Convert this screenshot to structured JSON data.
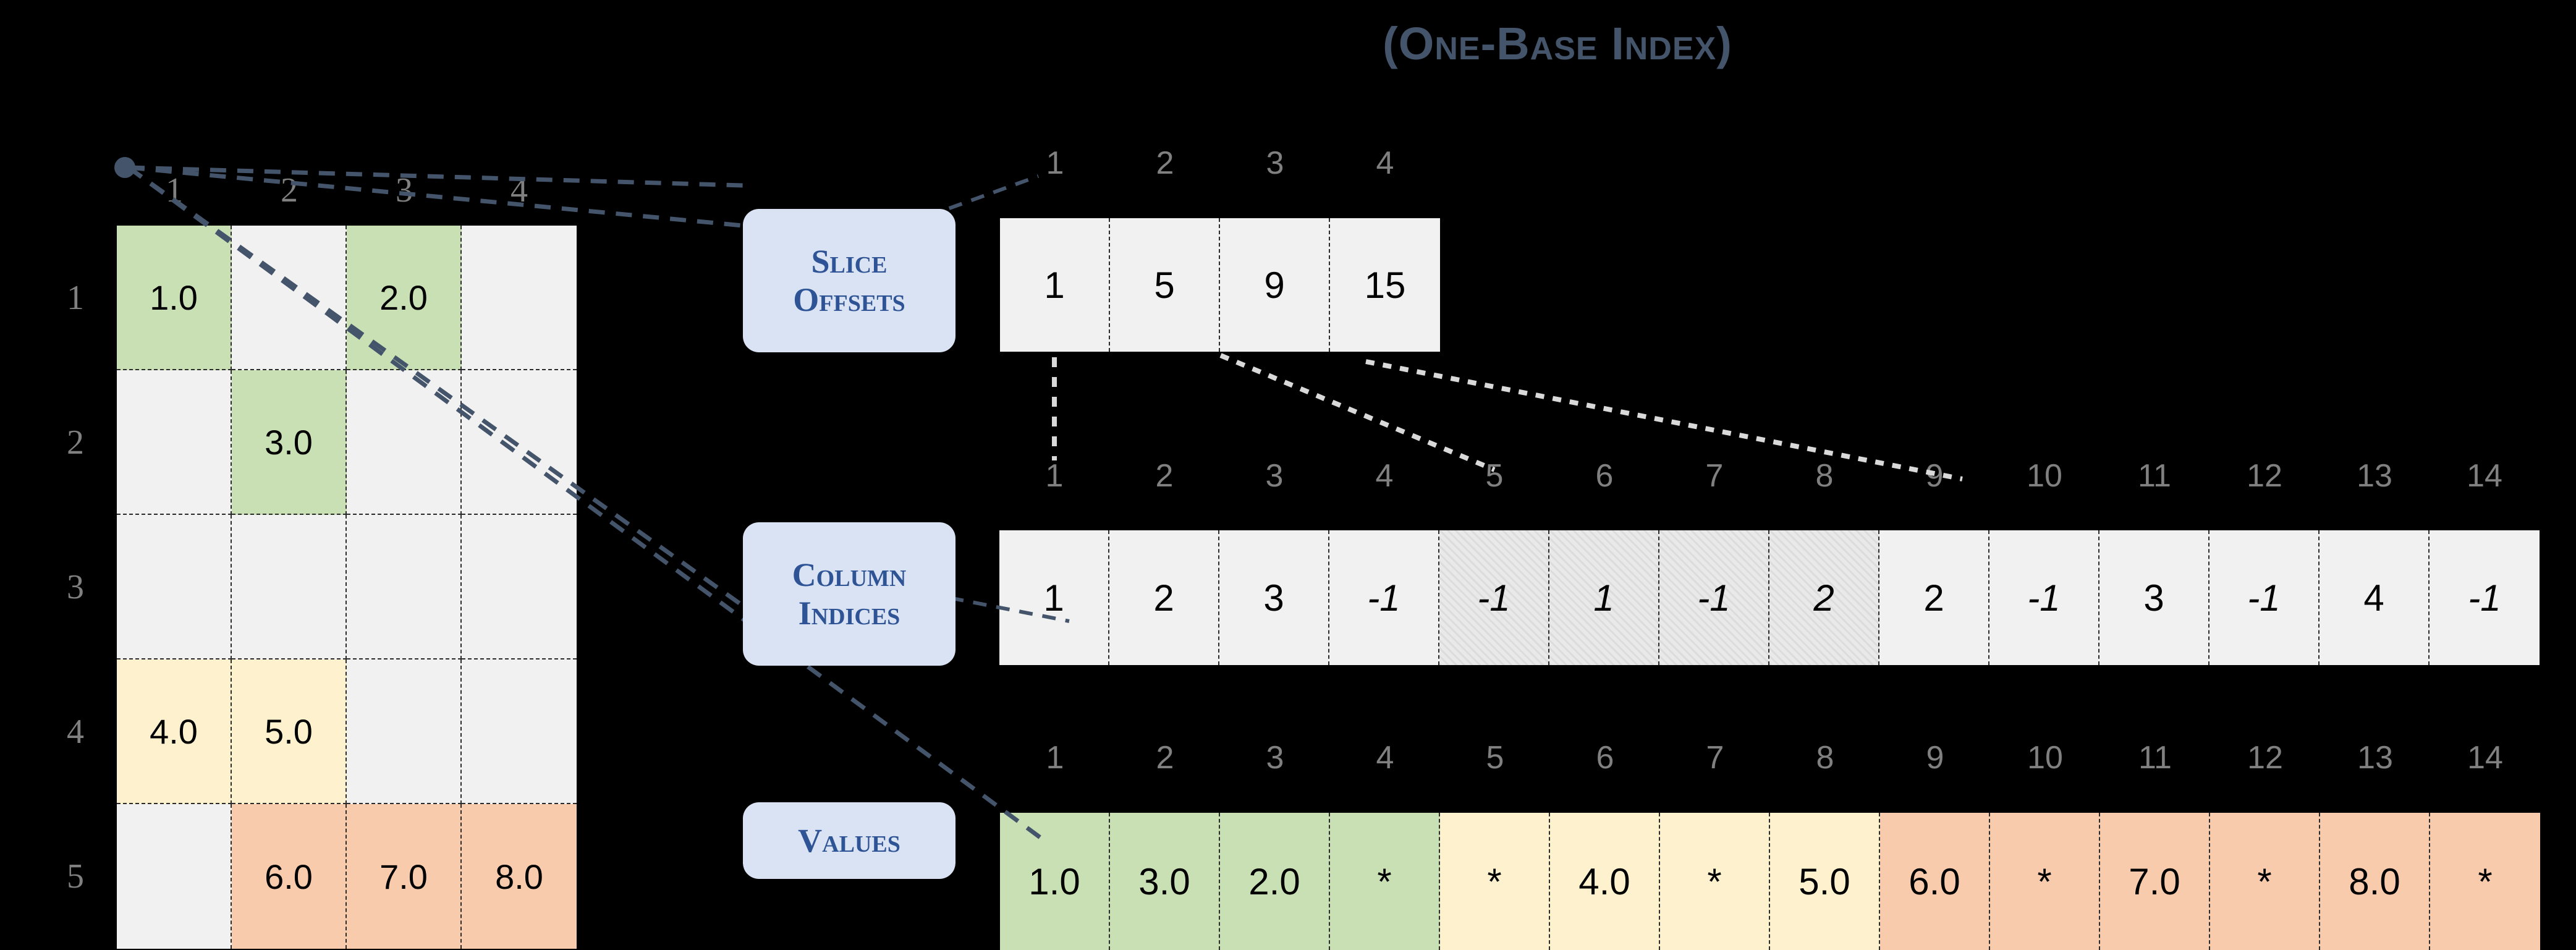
{
  "title": "(One-Base Index)",
  "colors": {
    "background": "#000000",
    "accent_blue": "#2e5496",
    "pill_bg": "#dae3f3",
    "title_color": "#44546a",
    "cell_default": "#f1f1f1",
    "green": "#c9e0b4",
    "yellow": "#fdf2cd",
    "orange": "#f9cbad",
    "hatch": "#e9e9e9",
    "header_gray": "#808080",
    "connector": "#44546a"
  },
  "matrix": {
    "name": "sparse-matrix",
    "column_headers": [
      "1",
      "2",
      "3",
      "4"
    ],
    "row_headers": [
      "1",
      "2",
      "3",
      "4",
      "5"
    ],
    "rows": [
      [
        {
          "value": "1.0",
          "fill": "green"
        },
        {
          "value": "",
          "fill": "none"
        },
        {
          "value": "2.0",
          "fill": "green"
        },
        {
          "value": "",
          "fill": "none"
        }
      ],
      [
        {
          "value": "",
          "fill": "none"
        },
        {
          "value": "3.0",
          "fill": "green"
        },
        {
          "value": "",
          "fill": "none"
        },
        {
          "value": "",
          "fill": "none"
        }
      ],
      [
        {
          "value": "",
          "fill": "none"
        },
        {
          "value": "",
          "fill": "none"
        },
        {
          "value": "",
          "fill": "none"
        },
        {
          "value": "",
          "fill": "none"
        }
      ],
      [
        {
          "value": "4.0",
          "fill": "yellow"
        },
        {
          "value": "5.0",
          "fill": "yellow"
        },
        {
          "value": "",
          "fill": "none"
        },
        {
          "value": "",
          "fill": "none"
        }
      ],
      [
        {
          "value": "",
          "fill": "none"
        },
        {
          "value": "6.0",
          "fill": "orange"
        },
        {
          "value": "7.0",
          "fill": "orange"
        },
        {
          "value": "8.0",
          "fill": "orange"
        }
      ]
    ]
  },
  "slice_offsets": {
    "label_line1": "Slice",
    "label_line2": "Offsets",
    "indices": [
      "1",
      "2",
      "3",
      "4"
    ],
    "cells": [
      {
        "value": "1",
        "fill": "none",
        "italic": false
      },
      {
        "value": "5",
        "fill": "none",
        "italic": false
      },
      {
        "value": "9",
        "fill": "none",
        "italic": false
      },
      {
        "value": "15",
        "fill": "none",
        "italic": false
      }
    ]
  },
  "column_indices": {
    "label_line1": "Column",
    "label_line2": "Indices",
    "indices": [
      "1",
      "2",
      "3",
      "4",
      "5",
      "6",
      "7",
      "8",
      "9",
      "10",
      "11",
      "12",
      "13",
      "14"
    ],
    "cells": [
      {
        "value": "1",
        "fill": "none",
        "italic": false
      },
      {
        "value": "2",
        "fill": "none",
        "italic": false
      },
      {
        "value": "3",
        "fill": "none",
        "italic": false
      },
      {
        "value": "-1",
        "fill": "none",
        "italic": true
      },
      {
        "value": "-1",
        "fill": "hatch",
        "italic": true
      },
      {
        "value": "1",
        "fill": "hatch",
        "italic": true
      },
      {
        "value": "-1",
        "fill": "hatch",
        "italic": true
      },
      {
        "value": "2",
        "fill": "hatch",
        "italic": true
      },
      {
        "value": "2",
        "fill": "none",
        "italic": false
      },
      {
        "value": "-1",
        "fill": "none",
        "italic": true
      },
      {
        "value": "3",
        "fill": "none",
        "italic": false
      },
      {
        "value": "-1",
        "fill": "none",
        "italic": true
      },
      {
        "value": "4",
        "fill": "none",
        "italic": false
      },
      {
        "value": "-1",
        "fill": "none",
        "italic": true
      }
    ]
  },
  "values": {
    "label_line1": "Values",
    "label_line2": "",
    "indices": [
      "1",
      "2",
      "3",
      "4",
      "5",
      "6",
      "7",
      "8",
      "9",
      "10",
      "11",
      "12",
      "13",
      "14"
    ],
    "cells": [
      {
        "value": "1.0",
        "fill": "green",
        "italic": false
      },
      {
        "value": "3.0",
        "fill": "green",
        "italic": false
      },
      {
        "value": "2.0",
        "fill": "green",
        "italic": false
      },
      {
        "value": "*",
        "fill": "green",
        "italic": false
      },
      {
        "value": "*",
        "fill": "yellow",
        "italic": false
      },
      {
        "value": "4.0",
        "fill": "yellow",
        "italic": false
      },
      {
        "value": "*",
        "fill": "yellow",
        "italic": false
      },
      {
        "value": "5.0",
        "fill": "yellow",
        "italic": false
      },
      {
        "value": "6.0",
        "fill": "orange",
        "italic": false
      },
      {
        "value": "*",
        "fill": "orange",
        "italic": false
      },
      {
        "value": "7.0",
        "fill": "orange",
        "italic": false
      },
      {
        "value": "*",
        "fill": "orange",
        "italic": false
      },
      {
        "value": "8.0",
        "fill": "orange",
        "italic": false
      },
      {
        "value": "*",
        "fill": "orange",
        "italic": false
      }
    ]
  }
}
